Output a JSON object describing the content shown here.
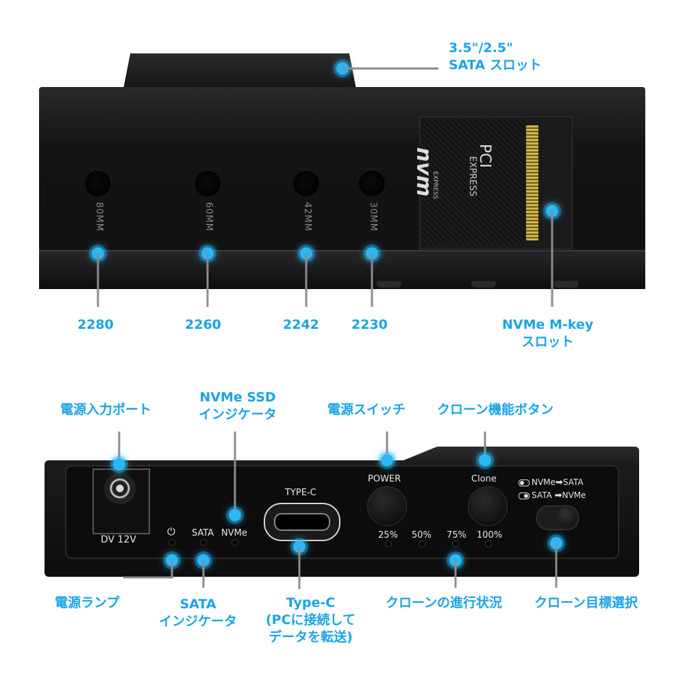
{
  "top_device": {
    "slot_label_line1": "3.5\"/2.5\"",
    "slot_label_line2": "SATA スロット",
    "size_marks": [
      "80MM",
      "60MM",
      "42MM",
      "30MM"
    ],
    "sizes": [
      "2280",
      "2260",
      "2242",
      "2230"
    ],
    "nvme_slot_line1": "NVMe M-key",
    "nvme_slot_line2": "スロット",
    "logo_nvm": "nvm",
    "logo_nvm_sub": "EXPRESS",
    "logo_pci": "PCI",
    "logo_pci_sub": "EXPRESS"
  },
  "bottom_device": {
    "panel": {
      "dc_label": "DV 12V",
      "power_symbol": "⏻",
      "sata": "SATA",
      "nvme": "NVMe",
      "typec": "TYPE-C",
      "power": "POWER",
      "clone": "Clone",
      "progress": [
        "25%",
        "50%",
        "75%",
        "100%"
      ],
      "mode1_from": "NVMe",
      "mode1_to": "SATA",
      "mode2_from": "SATA",
      "mode2_to": "NVMe",
      "arrow": "➡"
    },
    "callouts": {
      "power_port": "電源入力ポート",
      "nvme_indicator_line1": "NVMe SSD",
      "nvme_indicator_line2": "インジケータ",
      "power_switch": "電源スイッチ",
      "clone_button": "クローン機能ボタン",
      "power_lamp": "電源ランプ",
      "sata_indicator_line1": "SATA",
      "sata_indicator_line2": "インジケータ",
      "typec_line1": "Type-C",
      "typec_line2": "(PCに接続して",
      "typec_line3": "データを転送)",
      "clone_progress": "クローンの進行状況",
      "clone_target": "クローン目標選択"
    }
  },
  "colors": {
    "accent": "#1aa3e6",
    "device": "#141414",
    "leader": "#8c8c8c"
  }
}
